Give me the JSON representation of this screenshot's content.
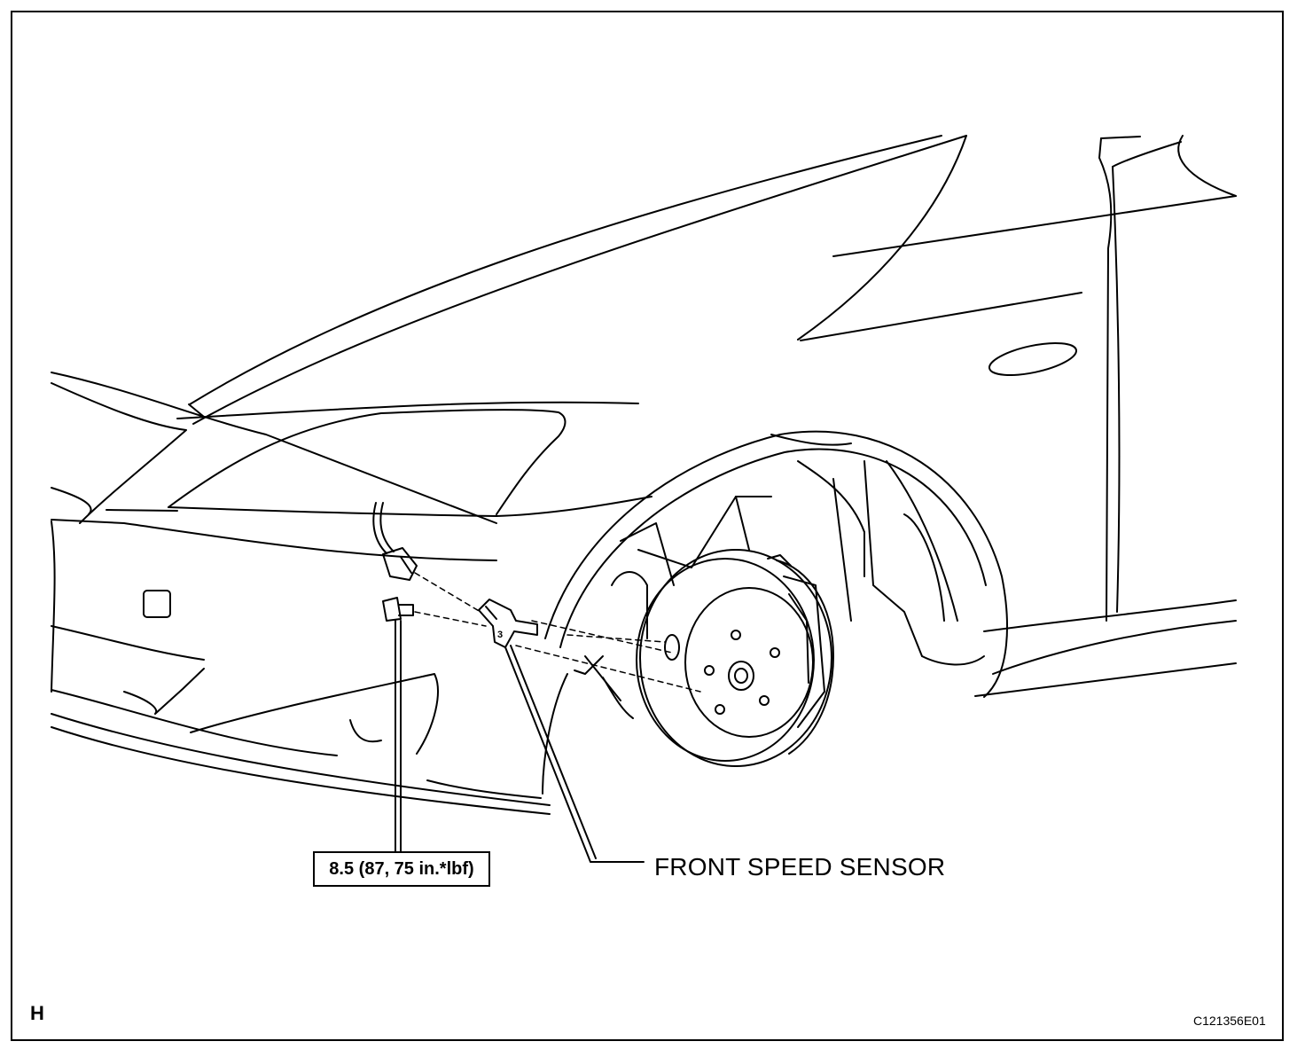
{
  "labels": {
    "torque": "8.5 (87, 75 in.*lbf)",
    "part_name": "FRONT SPEED SENSOR",
    "section_letter": "H",
    "figure_code": "C121356E01",
    "sensor_mark": "3"
  },
  "colors": {
    "line": "#000000",
    "background": "#ffffff"
  }
}
